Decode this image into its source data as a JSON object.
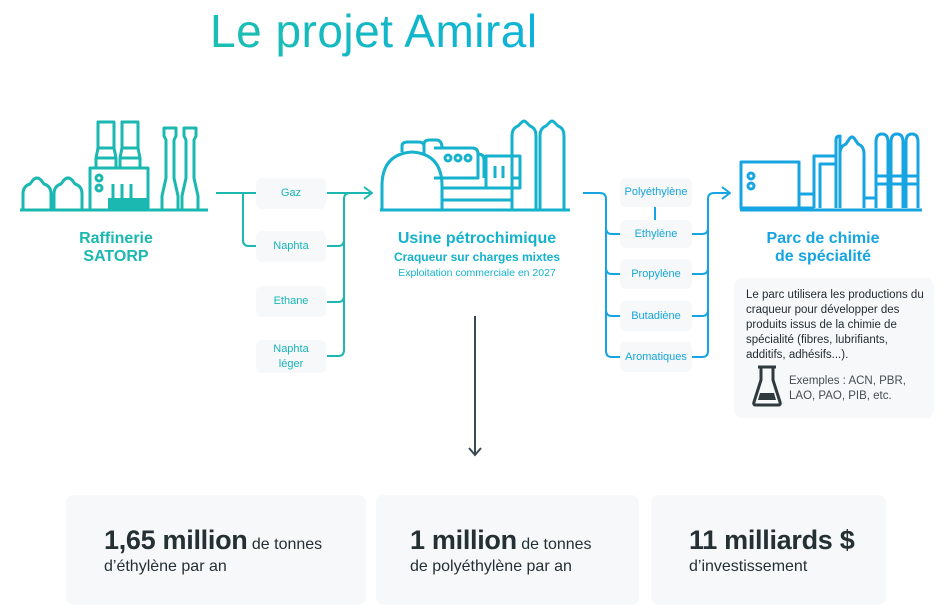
{
  "title": "Le projet Amiral",
  "colors": {
    "teal": "#1ab8b0",
    "cyan": "#14b2cc",
    "blue": "#16a5e2",
    "dark_text": "#243034",
    "panel_bg": "#f7f8fa",
    "arrow": "#3b4a52"
  },
  "refinery": {
    "icon": "refinery-factory-icon",
    "label_line1": "Raffinerie",
    "label_line2": "SATORP"
  },
  "feedstocks": [
    {
      "label_line1": "Gaz",
      "label_line2": ""
    },
    {
      "label_line1": "Naphta",
      "label_line2": ""
    },
    {
      "label_line1": "Ethane",
      "label_line2": ""
    },
    {
      "label_line1": "Naphta",
      "label_line2": "léger"
    }
  ],
  "plant": {
    "icon": "petrochemical-plant-icon",
    "label": "Usine pétrochimique",
    "subtitle": "Craqueur sur charges mixtes",
    "note": "Exploitation commerciale en 2027"
  },
  "products": [
    {
      "label": "Polyéthylène"
    },
    {
      "label": "Ethylène"
    },
    {
      "label": "Propylène"
    },
    {
      "label": "Butadiène"
    },
    {
      "label": "Aromatiques"
    }
  ],
  "specialty_park": {
    "icon": "specialty-chemistry-park-icon",
    "label_line1": "Parc de chimie",
    "label_line2": "de spécialité",
    "description": "Le parc utilisera les productions du craqueur pour développer des produits issus de la chimie de spécialité (fibres, lubrifiants, additifs, adhésifs...).",
    "examples_icon": "flask-icon",
    "examples_line1": "Exemples : ACN, PBR,",
    "examples_line2": "LAO, PAO, PIB, etc."
  },
  "stats": [
    {
      "big": "1,65 million",
      "small": " de tonnes",
      "line2": "d’éthylène par an"
    },
    {
      "big": "1 million",
      "small": " de tonnes",
      "line2": "de polyéthylène par an"
    },
    {
      "big": "11 milliards $",
      "small": "",
      "line2": "d’investissement"
    }
  ]
}
